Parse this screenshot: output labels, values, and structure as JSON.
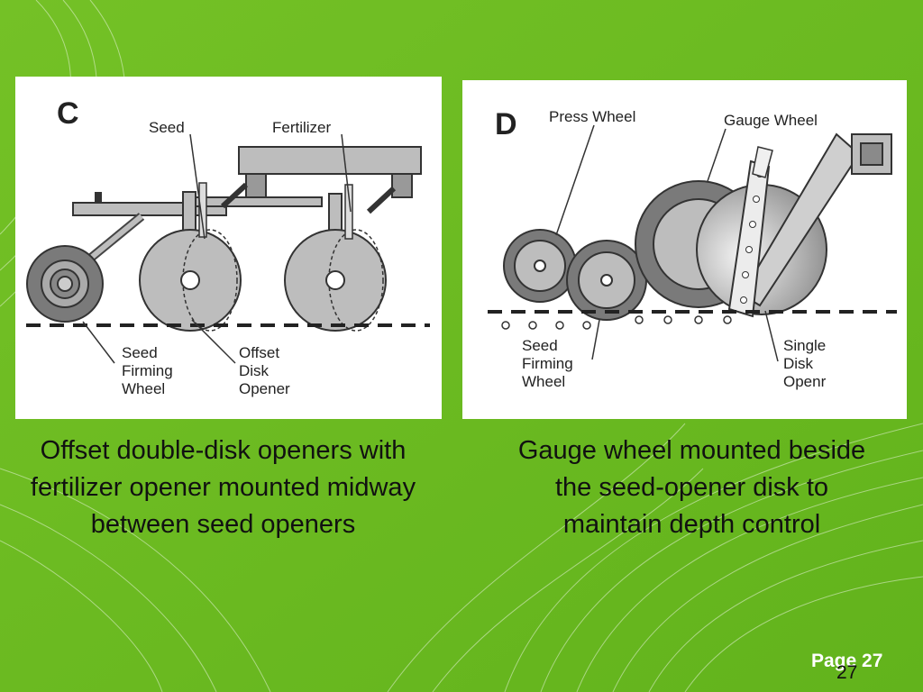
{
  "slide": {
    "background_color": "#6fbf22",
    "page_label": "Page 27",
    "page_number": "27"
  },
  "figure_c": {
    "letter": "C",
    "labels": {
      "seed": "Seed",
      "fertilizer": "Fertilizer",
      "firming_wheel": [
        "Seed",
        "Firming",
        "Wheel"
      ],
      "offset_disk": [
        "Offset",
        "Disk",
        "Opener"
      ]
    },
    "caption": "Offset double-disk openers with fertilizer opener mounted midway between seed openers"
  },
  "figure_d": {
    "letter": "D",
    "labels": {
      "press_wheel": "Press Wheel",
      "gauge_wheel": "Gauge Wheel",
      "firming_wheel": [
        "Seed",
        "Firming",
        "Wheel"
      ],
      "single_disk": [
        "Single",
        "Disk",
        "Openr"
      ]
    },
    "caption": "Gauge wheel mounted beside the seed-opener disk to maintain depth control"
  }
}
